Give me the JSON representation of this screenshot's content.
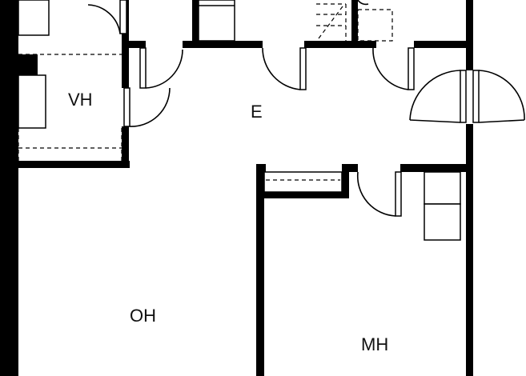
{
  "rooms": {
    "vh": "VH",
    "e": "E",
    "oh": "OH",
    "mh": "MH"
  },
  "colors": {
    "wall": "#000000",
    "background": "#ffffff"
  }
}
